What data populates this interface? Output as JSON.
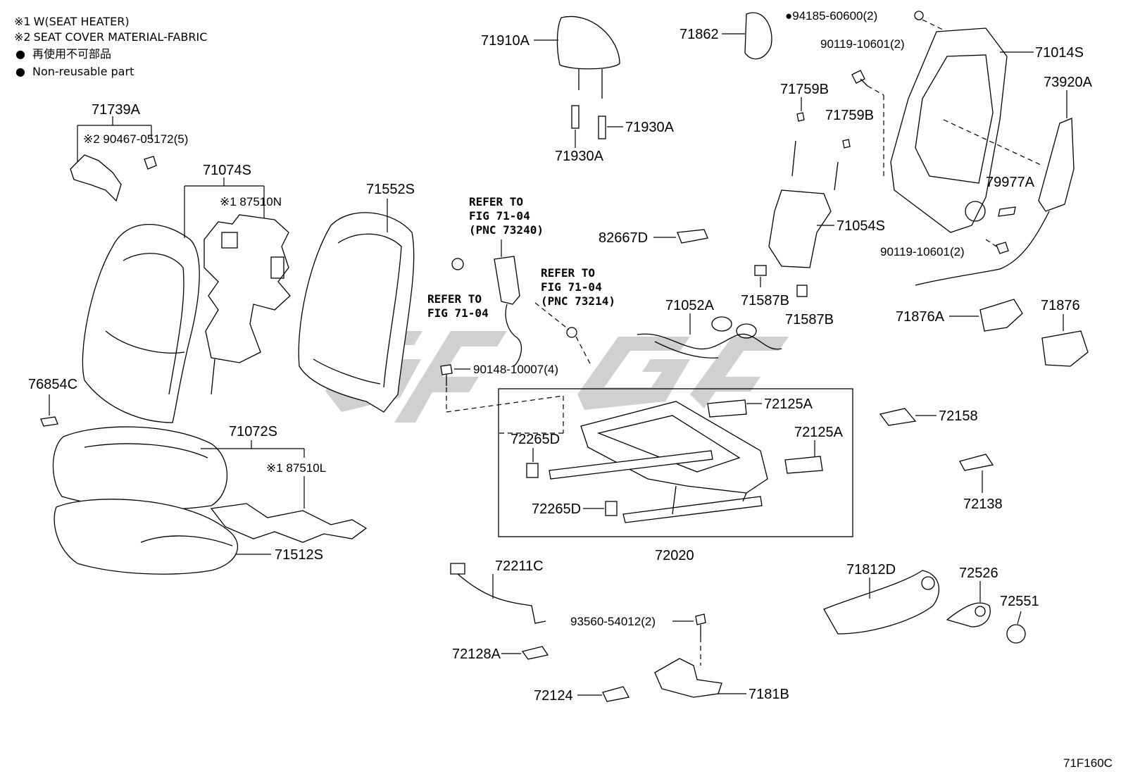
{
  "notes": [
    {
      "mark": "※1",
      "text": "W(SEAT HEATER)"
    },
    {
      "mark": "※2",
      "text": "SEAT COVER MATERIAL-FABRIC"
    },
    {
      "mark": "●",
      "text": "再使用不可部品"
    },
    {
      "mark": "●",
      "text": "Non-reusable part"
    }
  ],
  "references": [
    {
      "lines": [
        "REFER TO",
        "FIG 71-04",
        "(PNC 73240)"
      ]
    },
    {
      "lines": [
        "REFER TO",
        "FIG 71-04"
      ]
    },
    {
      "lines": [
        "REFER TO",
        "FIG 71-04",
        "(PNC 73214)"
      ]
    }
  ],
  "labels": {
    "p71739A": "71739A",
    "p90467": "※2 90467-05172(5)",
    "p71074S": "71074S",
    "p87510N": "※1 87510N",
    "p71552S": "71552S",
    "p76854C": "76854C",
    "p71072S": "71072S",
    "p87510L": "※1 87510L",
    "p71512S": "71512S",
    "p71910A": "71910A",
    "p71930A_r": "71930A",
    "p71930A_b": "71930A",
    "p71862": "71862",
    "p94185": "●94185-60600(2)",
    "p90119_t": "90119-10601(2)",
    "p71014S": "71014S",
    "p73920A": "73920A",
    "p71759B_a": "71759B",
    "p71759B_b": "71759B",
    "p79977A": "79977A",
    "p82667D": "82667D",
    "p71054S": "71054S",
    "p90119_b": "90119-10601(2)",
    "p71052A": "71052A",
    "p71587B_a": "71587B",
    "p71587B_b": "71587B",
    "p71876A": "71876A",
    "p71876": "71876",
    "p90148": "90148-10007(4)",
    "p72125A_a": "72125A",
    "p72125A_b": "72125A",
    "p72265D_a": "72265D",
    "p72265D_b": "72265D",
    "p72158": "72158",
    "p72138": "72138",
    "p72020": "72020",
    "p72211C": "72211C",
    "p93560": "93560-54012(2)",
    "p72128A": "72128A",
    "p72124": "72124",
    "p7181B": "7181B",
    "p71812D": "71812D",
    "p72526": "72526",
    "p72551": "72551"
  },
  "figure_code": "71F160C",
  "watermark": "GGE"
}
